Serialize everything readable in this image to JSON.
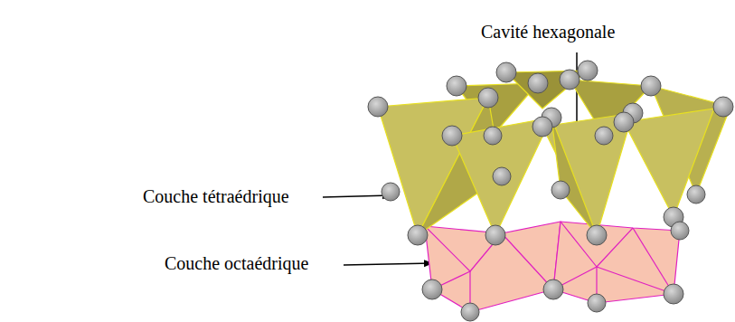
{
  "diagram": {
    "labels": [
      "Cavité hexagonale",
      "Couche tétraédrique",
      "Couche octaédrique"
    ]
  }
}
